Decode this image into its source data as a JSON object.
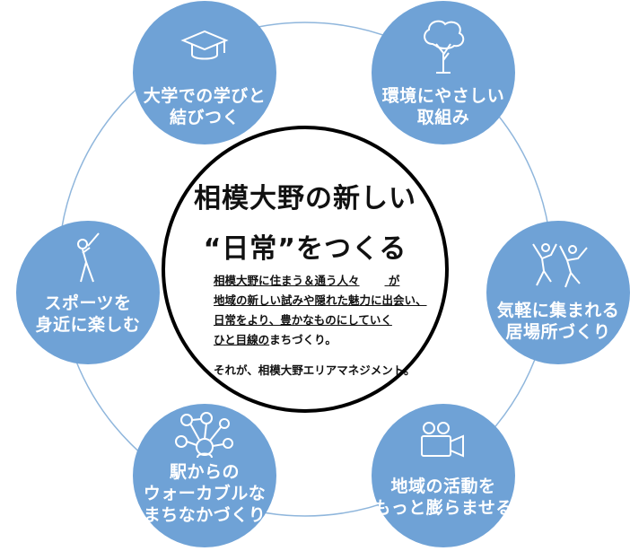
{
  "center": {
    "title_line1": "相模大野の新しい",
    "title_line2": "“日常”をつくる",
    "body_line1": "相模大野に住まう＆通う人々",
    "body_line1_tail": "が",
    "body_line2": "地域の新しい試みや隠れた魅力に出会い、",
    "body_line3": "日常をより、豊かなものにしていく",
    "body_line4_underlined": "ひと目線の",
    "body_line4_rest": "まちづくり。",
    "body_line5": "それが、相模大野エリアマネジメント。"
  },
  "nodes": {
    "university": {
      "line1": "大学での学びと",
      "line2": "結びつく",
      "icon": "graduation-cap-icon"
    },
    "environment": {
      "line1": "環境にやさしい",
      "line2": "取組み",
      "icon": "tree-icon"
    },
    "gathering": {
      "line1": "気軽に集まれる",
      "line2": "居場所づくり",
      "icon": "dancing-people-icon"
    },
    "community": {
      "line1": "地域の活動を",
      "line2": "もっと膨らませる",
      "icon": "video-camera-icon"
    },
    "walkable": {
      "line1": "駅からの",
      "line2": "ウォーカブルな",
      "line3": "まちなかづくり",
      "icon": "network-people-icon"
    },
    "sports": {
      "line1": "スポーツを",
      "line2": "身近に楽しむ",
      "icon": "baseball-player-icon"
    }
  },
  "colors": {
    "node_fill": "#6fa2d6",
    "ring": "#8fb6dc",
    "center_border": "#000000"
  }
}
